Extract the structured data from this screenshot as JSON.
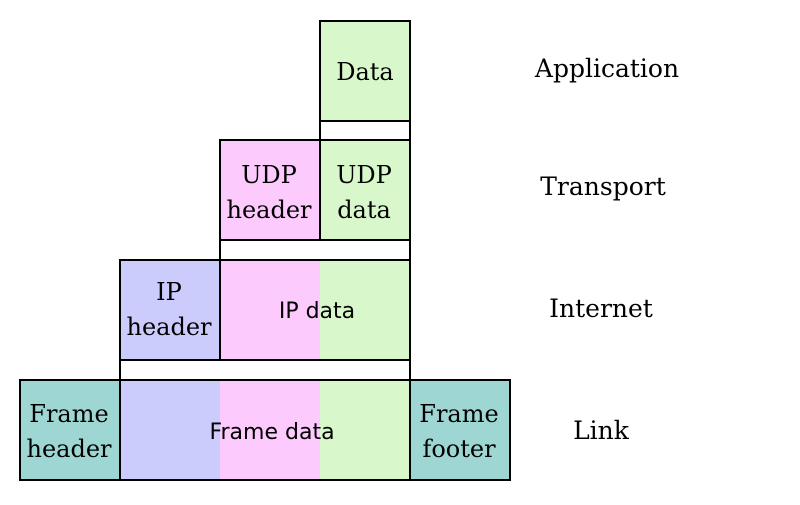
{
  "colors": {
    "data_green": "#d8f8cc",
    "udp_pink": "#fccafc",
    "ip_blue": "#ccccfc",
    "frame_teal": "#9ed6d4",
    "stroke": "#000000"
  },
  "application": {
    "data_label": "Data",
    "layer_label": "Application"
  },
  "transport": {
    "udp_header_line1": "UDP",
    "udp_header_line2": "header",
    "udp_data_line1": "UDP",
    "udp_data_line2": "data",
    "layer_label": "Transport"
  },
  "internet": {
    "ip_header_line1": "IP",
    "ip_header_line2": "header",
    "ip_data_label": "IP data",
    "layer_label": "Internet"
  },
  "link": {
    "frame_header_line1": "Frame",
    "frame_header_line2": "header",
    "frame_data_label": "Frame data",
    "frame_footer_line1": "Frame",
    "frame_footer_line2": "footer",
    "layer_label": "Link"
  }
}
